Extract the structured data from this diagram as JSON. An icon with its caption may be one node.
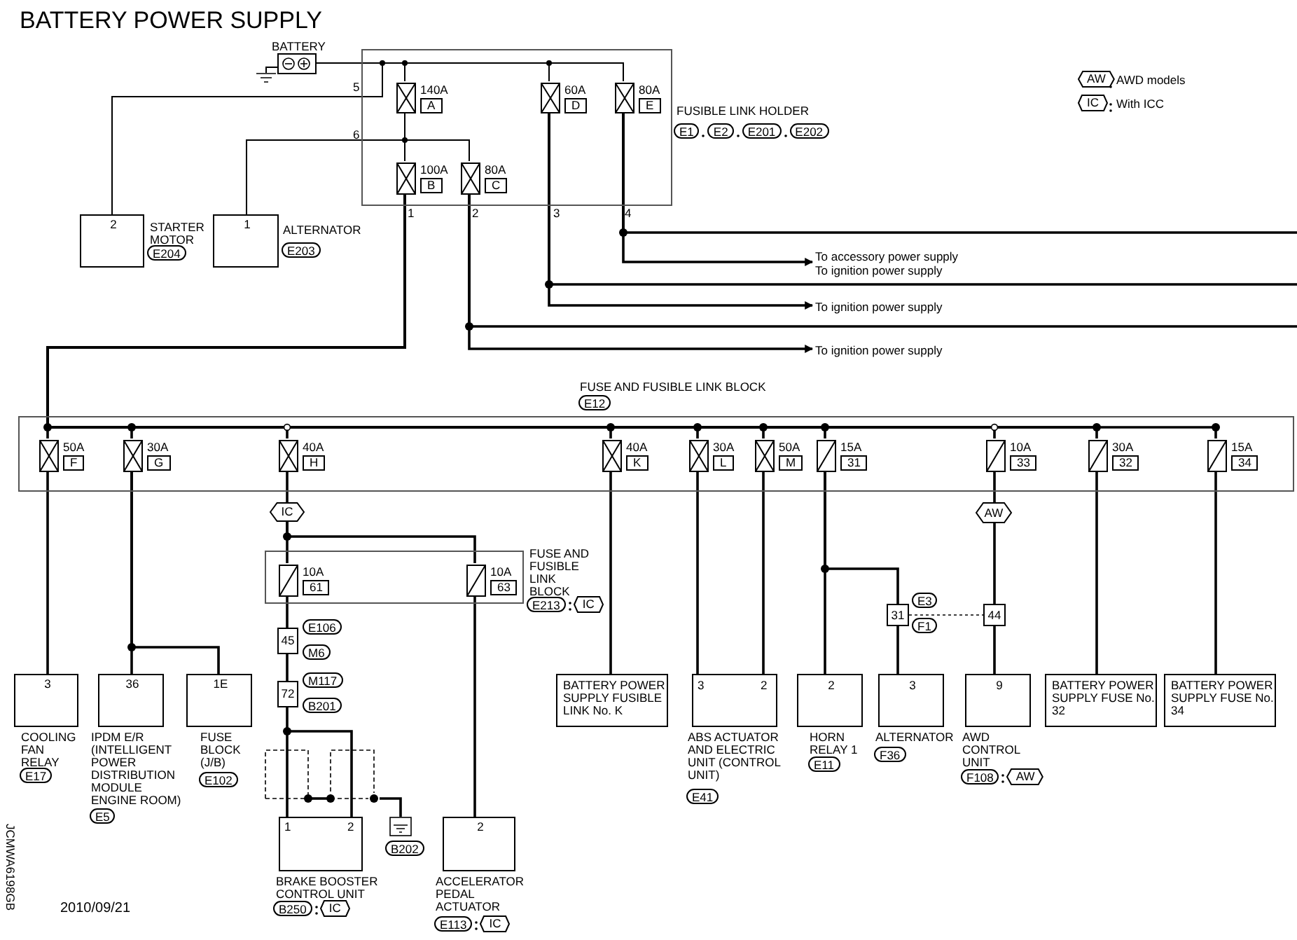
{
  "diagram": {
    "title": "BATTERY POWER SUPPLY",
    "nodes": [
      {
        "text": [
          "FUSIBLE LINK HOLDER"
        ],
        "beside": [
          "E1",
          "E2",
          "E201",
          "E202"
        ]
      },
      {
        "text": [
          "140A",
          "A"
        ],
        "in": 0
      },
      {
        "text": [
          "60A",
          "D"
        ],
        "in": 0
      },
      {
        "text": [
          "80A",
          "E"
        ],
        "in": 0
      },
      {
        "text": [
          "100A",
          "B"
        ],
        "in": 0
      },
      {
        "text": [
          "80A",
          "C"
        ],
        "in": 0
      },
      {
        "text": [
          "BATTERY"
        ]
      },
      {
        "text": [],
        "shape": "ground"
      },
      {
        "text": [
          "2",
          "STARTER MOTOR"
        ],
        "beside": [
          "E204"
        ]
      },
      {
        "text": [
          "1",
          "ALTERNATOR"
        ],
        "beside": [
          "E203"
        ]
      },
      {
        "text": [
          "To accessory power supply",
          "To ignition power supply"
        ]
      },
      {
        "text": [
          "To ignition power supply"
        ]
      },
      {
        "text": [
          "To ignition power supply"
        ]
      },
      {
        "text": [
          "FUSE AND FUSIBLE LINK BLOCK"
        ],
        "beside": [
          "E12"
        ]
      },
      {
        "text": [
          "50A",
          "F"
        ],
        "in": 13
      },
      {
        "text": [
          "30A",
          "G"
        ],
        "in": 13
      },
      {
        "text": [
          "40A",
          "H"
        ],
        "in": 13
      },
      {
        "text": [
          "40A",
          "K"
        ],
        "in": 13
      },
      {
        "text": [
          "30A",
          "L"
        ],
        "in": 13
      },
      {
        "text": [
          "50A",
          "M"
        ],
        "in": 13
      },
      {
        "text": [
          "15A",
          "31"
        ],
        "in": 13
      },
      {
        "text": [
          "10A",
          "33"
        ],
        "in": 13
      },
      {
        "text": [
          "30A",
          "32"
        ],
        "in": 13
      },
      {
        "text": [
          "15A",
          "34"
        ],
        "in": 13
      },
      {
        "text": [
          "IC"
        ]
      },
      {
        "text": [
          "FUSE AND FUSIBLE LINK BLOCK"
        ],
        "beside": [
          "E213",
          "IC"
        ]
      },
      {
        "text": [
          "10A",
          "61"
        ],
        "in": 25
      },
      {
        "text": [
          "10A",
          "63"
        ],
        "in": 25
      },
      {
        "text": [
          "45"
        ],
        "beside": [
          "E106",
          "M6"
        ]
      },
      {
        "text": [
          "72"
        ],
        "beside": [
          "M117",
          "B201"
        ]
      },
      {
        "text": [
          "3",
          "COOLING FAN RELAY"
        ],
        "beside": [
          "E17"
        ]
      },
      {
        "text": [
          "36",
          "IPDM E/R (INTELLIGENT POWER DISTRIBUTION MODULE ENGINE ROOM)"
        ]
      },
      {
        "text": [
          "1E",
          "FUSE BLOCK (J/B)"
        ]
      },
      {
        "text": [
          "1",
          "2",
          "BRAKE BOOSTER CONTROL UNIT"
        ],
        "beside": [
          "B250",
          "IC"
        ]
      },
      {
        "text": [],
        "shape": "ground",
        "beside": [
          "B202"
        ]
      },
      {
        "text": [
          "2",
          "ACCELERATOR PEDAL ACTUATOR"
        ],
        "beside": [
          "E113",
          "IC"
        ]
      },
      {
        "text": [
          "BATTERY POWER SUPPLY FUSIBLE LINK No. K"
        ]
      },
      {
        "text": [
          "3",
          "2",
          "ABS ACTUATOR AND ELECTRIC UNIT (CONTROL UNIT)"
        ]
      },
      {
        "text": [
          "2",
          "HORN RELAY 1"
        ],
        "beside": [
          "E11"
        ]
      },
      {
        "text": [
          "31"
        ],
        "beside": [
          "E3",
          "F1"
        ]
      },
      {
        "text": [
          "44"
        ]
      },
      {
        "text": [
          "3",
          "ALTERNATOR"
        ],
        "beside": [
          "F36"
        ]
      },
      {
        "text": [
          "9",
          "AWD CONTROL UNIT"
        ],
        "beside": [
          "F108",
          "AW"
        ]
      },
      {
        "text": [
          "BATTERY POWER SUPPLY FUSE No. 32"
        ]
      },
      {
        "text": [
          "BATTERY POWER SUPPLY FUSE No. 34"
        ]
      },
      {
        "text": [
          "AW"
        ]
      },
      {
        "text": [],
        "shape": "shield"
      }
    ],
    "edges": [
      {
        "from": 6,
        "to": 1,
        "arrow": "none"
      },
      {
        "from": 6,
        "to": 2,
        "arrow": "none"
      },
      {
        "from": 6,
        "to": 3,
        "arrow": "none"
      },
      {
        "from": 6,
        "to": 8,
        "arrow": "none"
      },
      {
        "from": 6,
        "to": 7,
        "arrow": "none"
      },
      {
        "from": 1,
        "to": 4,
        "arrow": "none"
      },
      {
        "from": 1,
        "to": 5,
        "arrow": "none"
      },
      {
        "from": 1,
        "to": 9,
        "arrow": "none"
      },
      {
        "from": 4,
        "to": 14,
        "arrow": "none"
      },
      {
        "from": 4,
        "to": 15,
        "arrow": "none"
      },
      {
        "from": 4,
        "to": 16,
        "arrow": "none"
      },
      {
        "from": 4,
        "to": 17,
        "arrow": "none"
      },
      {
        "from": 4,
        "to": 18,
        "arrow": "none"
      },
      {
        "from": 4,
        "to": 19,
        "arrow": "none"
      },
      {
        "from": 4,
        "to": 20,
        "arrow": "none"
      },
      {
        "from": 4,
        "to": 21,
        "arrow": "none"
      },
      {
        "from": 4,
        "to": 22,
        "arrow": "none"
      },
      {
        "from": 4,
        "to": 23,
        "arrow": "none"
      },
      {
        "from": 5,
        "to": 12,
        "arrow": "to"
      },
      {
        "from": 5,
        "to": null,
        "arrow": "none"
      },
      {
        "from": 2,
        "to": 11,
        "arrow": "to"
      },
      {
        "from": 2,
        "to": null,
        "arrow": "none"
      },
      {
        "from": 3,
        "to": 10,
        "arrow": "to"
      },
      {
        "from": 3,
        "to": null,
        "arrow": "none"
      },
      {
        "from": 14,
        "to": 30,
        "arrow": "none"
      },
      {
        "from": 15,
        "to": 31,
        "arrow": "none"
      },
      {
        "from": 15,
        "to": 32,
        "arrow": "none"
      },
      {
        "from": 16,
        "to": 24,
        "arrow": "none"
      },
      {
        "from": 24,
        "to": 26,
        "arrow": "none"
      },
      {
        "from": 24,
        "to": 27,
        "arrow": "none"
      },
      {
        "from": 26,
        "to": 28,
        "arrow": "none"
      },
      {
        "from": 28,
        "to": 29,
        "arrow": "none"
      },
      {
        "from": 29,
        "to": 33,
        "arrow": "none"
      },
      {
        "from": 27,
        "to": 35,
        "arrow": "none"
      },
      {
        "from": 17,
        "to": 36,
        "arrow": "none"
      },
      {
        "from": 18,
        "to": 37,
        "arrow": "none"
      },
      {
        "from": 19,
        "to": 37,
        "arrow": "none"
      },
      {
        "from": 20,
        "to": 38,
        "arrow": "none"
      },
      {
        "from": 20,
        "to": 39,
        "arrow": "none"
      },
      {
        "from": 39,
        "to": 41,
        "arrow": "none"
      },
      {
        "from": 39,
        "to": 40,
        "arrow": "none",
        "style": "dashed"
      },
      {
        "from": 21,
        "to": 45,
        "arrow": "none"
      },
      {
        "from": 45,
        "to": 40,
        "arrow": "none"
      },
      {
        "from": 40,
        "to": 42,
        "arrow": "none"
      },
      {
        "from": 22,
        "to": 43,
        "arrow": "none"
      },
      {
        "from": 23,
        "to": 44,
        "arrow": "none"
      },
      {
        "from": 46,
        "to": 34,
        "arrow": "none"
      }
    ],
    "labels": [
      "AW",
      "IC",
      "5",
      "6",
      "1",
      "2",
      "3",
      "4",
      "E102",
      "E41",
      "E5",
      "JCMWA6198GB",
      "2010/09/21"
    ],
    "legend": [
      {
        "text": "AWD models"
      },
      {
        "text": "With ICC"
      }
    ]
  }
}
